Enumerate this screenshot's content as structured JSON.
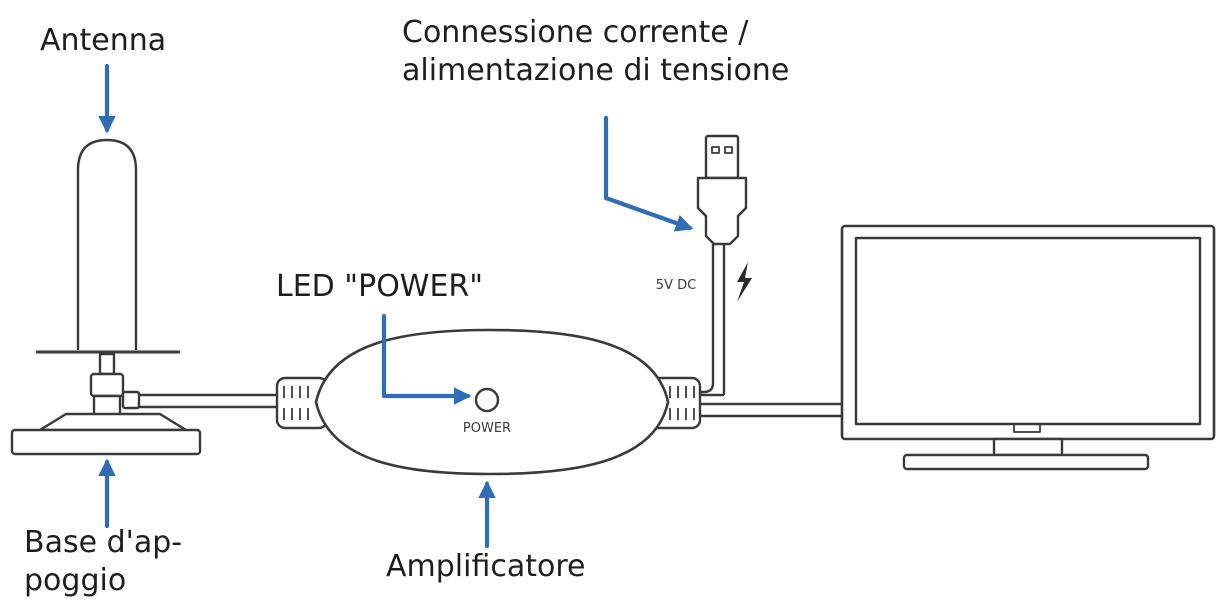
{
  "labels": {
    "antenna": "Antenna",
    "power_connection": {
      "line1": "Connessione corrente /",
      "line2": "alimentazione di tensione"
    },
    "led": "LED \"POWER\"",
    "base": {
      "line1": "Base d'ap-",
      "line2": "poggio"
    },
    "amplifier": "Amplificatore"
  },
  "device_markings": {
    "power": "POWER",
    "voltage": "5V DC"
  },
  "colors": {
    "arrow": "#2f6db5",
    "outline": "#3a3a3a"
  }
}
